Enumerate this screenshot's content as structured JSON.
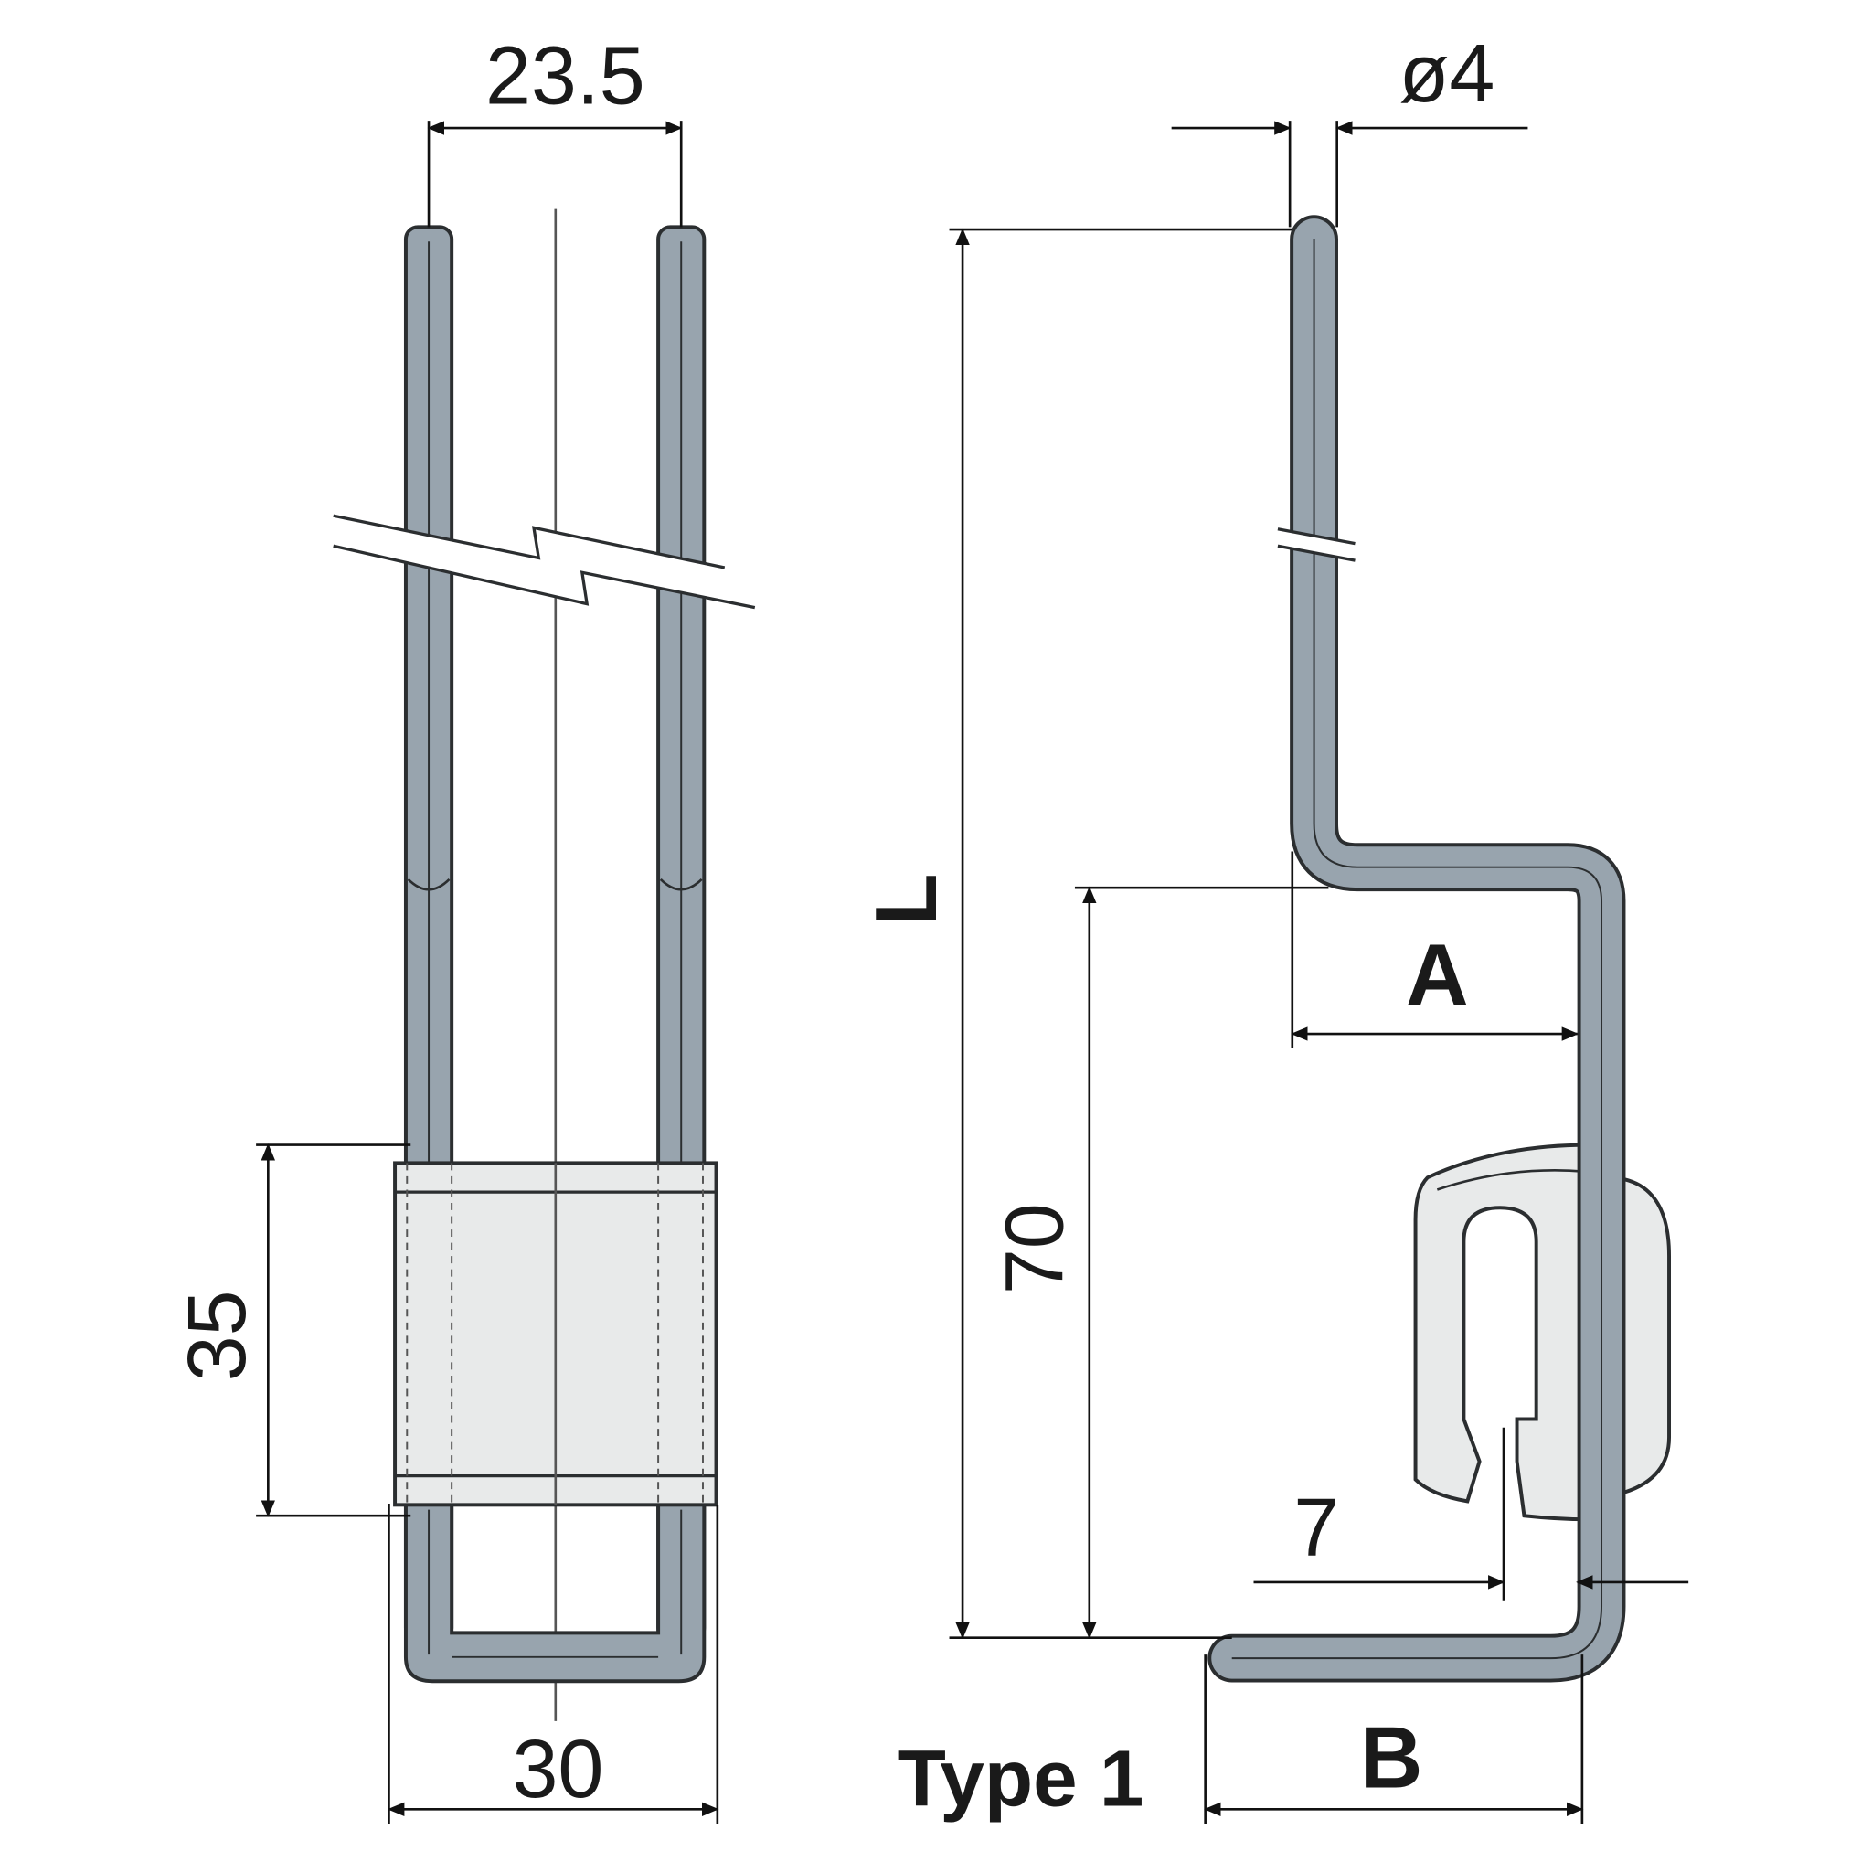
{
  "front_view": {
    "dim_top": "23.5",
    "dim_left": "35",
    "dim_bottom": "30"
  },
  "side_view": {
    "dim_diameter": "ø4",
    "dim_length": "L",
    "dim_offset": "A",
    "dim_height": "70",
    "dim_gap": "7",
    "dim_base": "B",
    "type_label": "Type 1"
  },
  "colors": {
    "rod_fill": "#98a4ae",
    "rod_outline": "#2b2e30",
    "clamp_fill": "#e8eaea",
    "dimension_line": "#111111"
  }
}
